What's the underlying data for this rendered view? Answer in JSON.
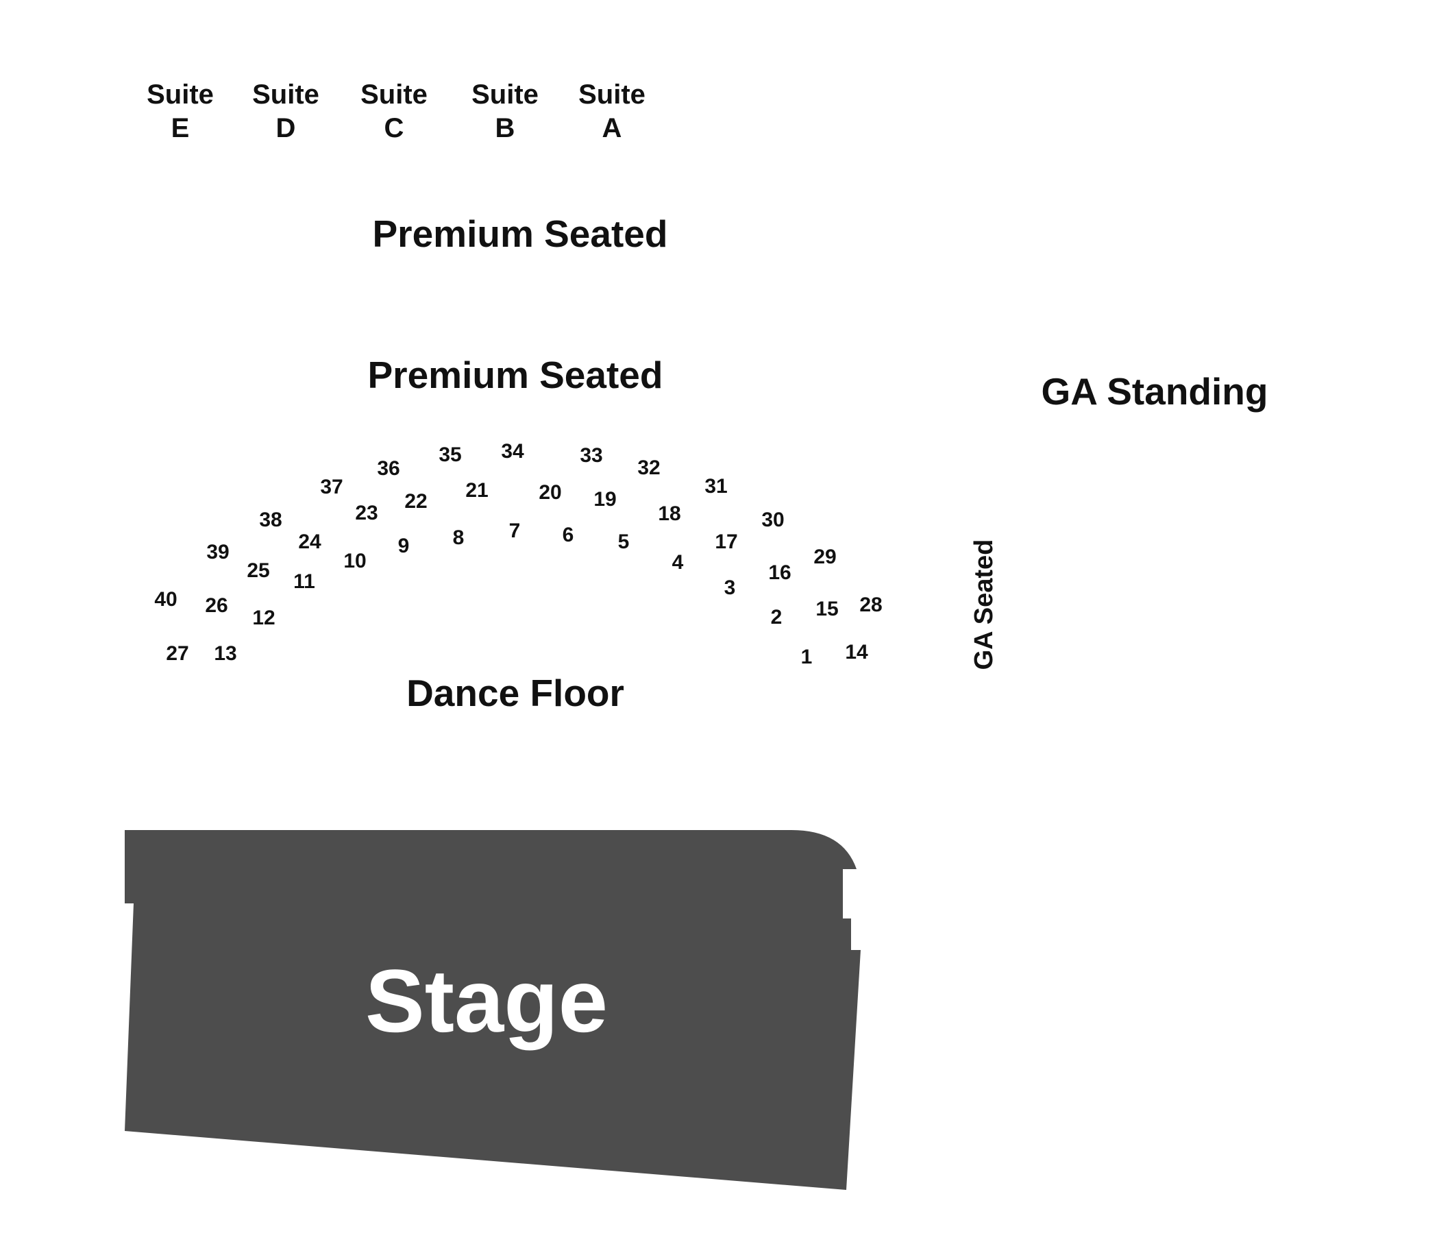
{
  "map": {
    "suites": [
      {
        "line1": "Suite",
        "line2": "E"
      },
      {
        "line1": "Suite",
        "line2": "D"
      },
      {
        "line1": "Suite",
        "line2": "C"
      },
      {
        "line1": "Suite",
        "line2": "B"
      },
      {
        "line1": "Suite",
        "line2": "A"
      }
    ],
    "sections": {
      "premium_upper": "Premium Seated",
      "premium_lower": "Premium Seated",
      "ga_standing": "GA Standing",
      "ga_seated": "GA Seated",
      "dance_floor": "Dance Floor",
      "stage": "Stage"
    },
    "tables": [
      "1",
      "2",
      "3",
      "4",
      "5",
      "6",
      "7",
      "8",
      "9",
      "10",
      "11",
      "12",
      "13",
      "14",
      "15",
      "16",
      "17",
      "18",
      "19",
      "20",
      "21",
      "22",
      "23",
      "24",
      "25",
      "26",
      "27",
      "28",
      "29",
      "30",
      "31",
      "32",
      "33",
      "34",
      "35",
      "36",
      "37",
      "38",
      "39",
      "40"
    ],
    "colors": {
      "stage": "#4d4d4d",
      "text": "#111111",
      "stage_text": "#ffffff"
    }
  }
}
